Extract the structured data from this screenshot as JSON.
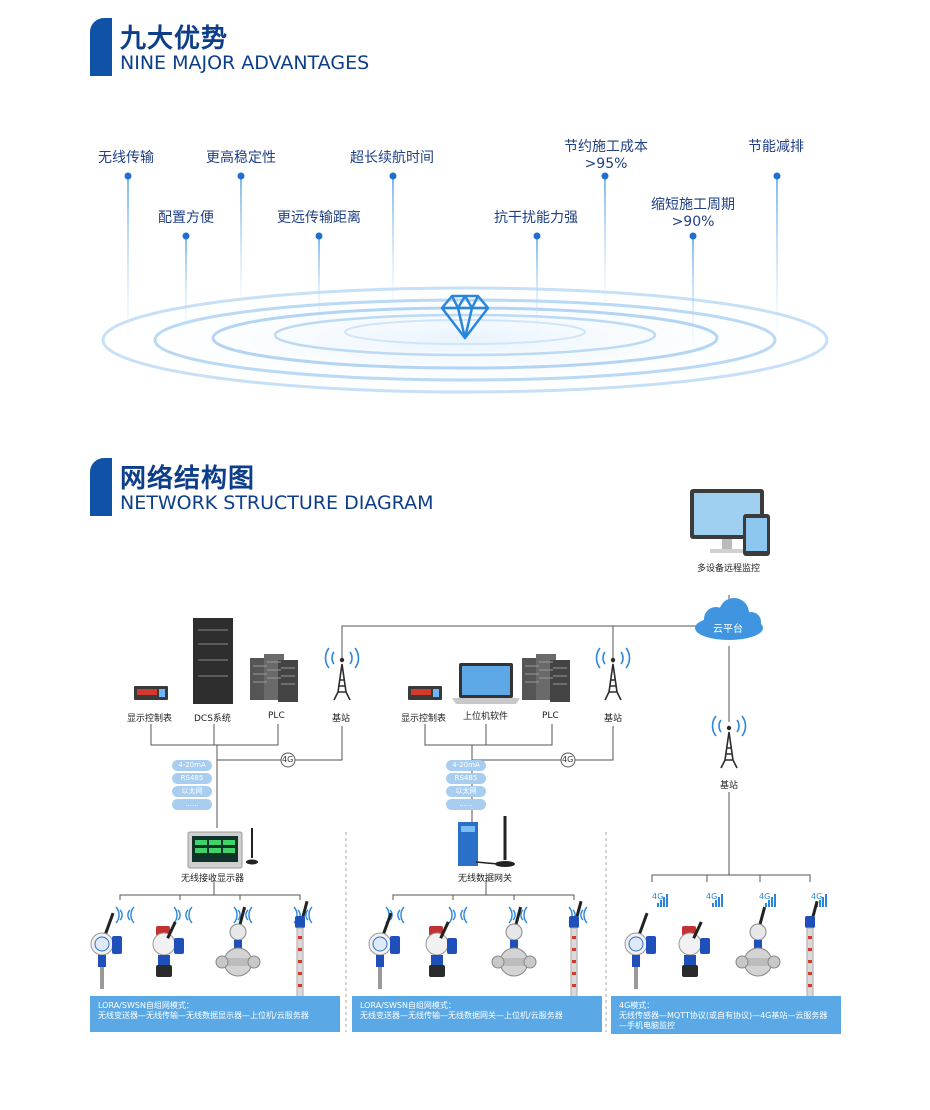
{
  "section1": {
    "title_cn": "九大优势",
    "title_en": "NINE MAJOR ADVANTAGES"
  },
  "advantages": [
    {
      "label": "无线传输",
      "sub": ""
    },
    {
      "label": "配置方便",
      "sub": ""
    },
    {
      "label": "更高稳定性",
      "sub": ""
    },
    {
      "label": "更远传输距离",
      "sub": ""
    },
    {
      "label": "超长续航时间",
      "sub": ""
    },
    {
      "label": "抗干扰能力强",
      "sub": ""
    },
    {
      "label": "节约施工成本",
      "sub": ">95%"
    },
    {
      "label": "缩短施工周期",
      "sub": ">90%"
    },
    {
      "label": "节能减排",
      "sub": ""
    }
  ],
  "section2": {
    "title_cn": "网络结构图",
    "title_en": "NETWORK STRUCTURE DIAGRAM"
  },
  "top": {
    "monitor_label": "多设备远程监控",
    "cloud_label": "云平台"
  },
  "group1": {
    "labels": [
      "显示控制表",
      "DCS系统",
      "PLC",
      "基站"
    ],
    "pills": [
      "4-20mA",
      "RS485",
      "以太网",
      "......"
    ],
    "receiver": "无线接收显示器",
    "mode_title": "LORA/SWSN自组网模式：",
    "mode_desc": "无线变送器—无线传输—无线数据显示器—上位机/云服务器"
  },
  "group2": {
    "labels": [
      "显示控制表",
      "上位机软件",
      "PLC",
      "基站"
    ],
    "pills": [
      "4-20mA",
      "RS485",
      "以太网",
      "......"
    ],
    "gateway": "无线数据网关",
    "mode_title": "LORA/SWSN自组网模式：",
    "mode_desc": "无线变送器—无线传输—无线数据网关—上位机/云服务器"
  },
  "group3": {
    "station": "基站",
    "mode_title": "4G模式：",
    "mode_desc1": "无线传感器—MQTT协议(或自有协议)—4G基站—云服务器",
    "mode_desc2": "—手机电脑监控"
  },
  "badge_4g": "4G",
  "colors": {
    "brand": "#0f52a8",
    "accent": "#5aa9e6",
    "pill": "#a9cdef",
    "device": "#1f4fb8"
  }
}
